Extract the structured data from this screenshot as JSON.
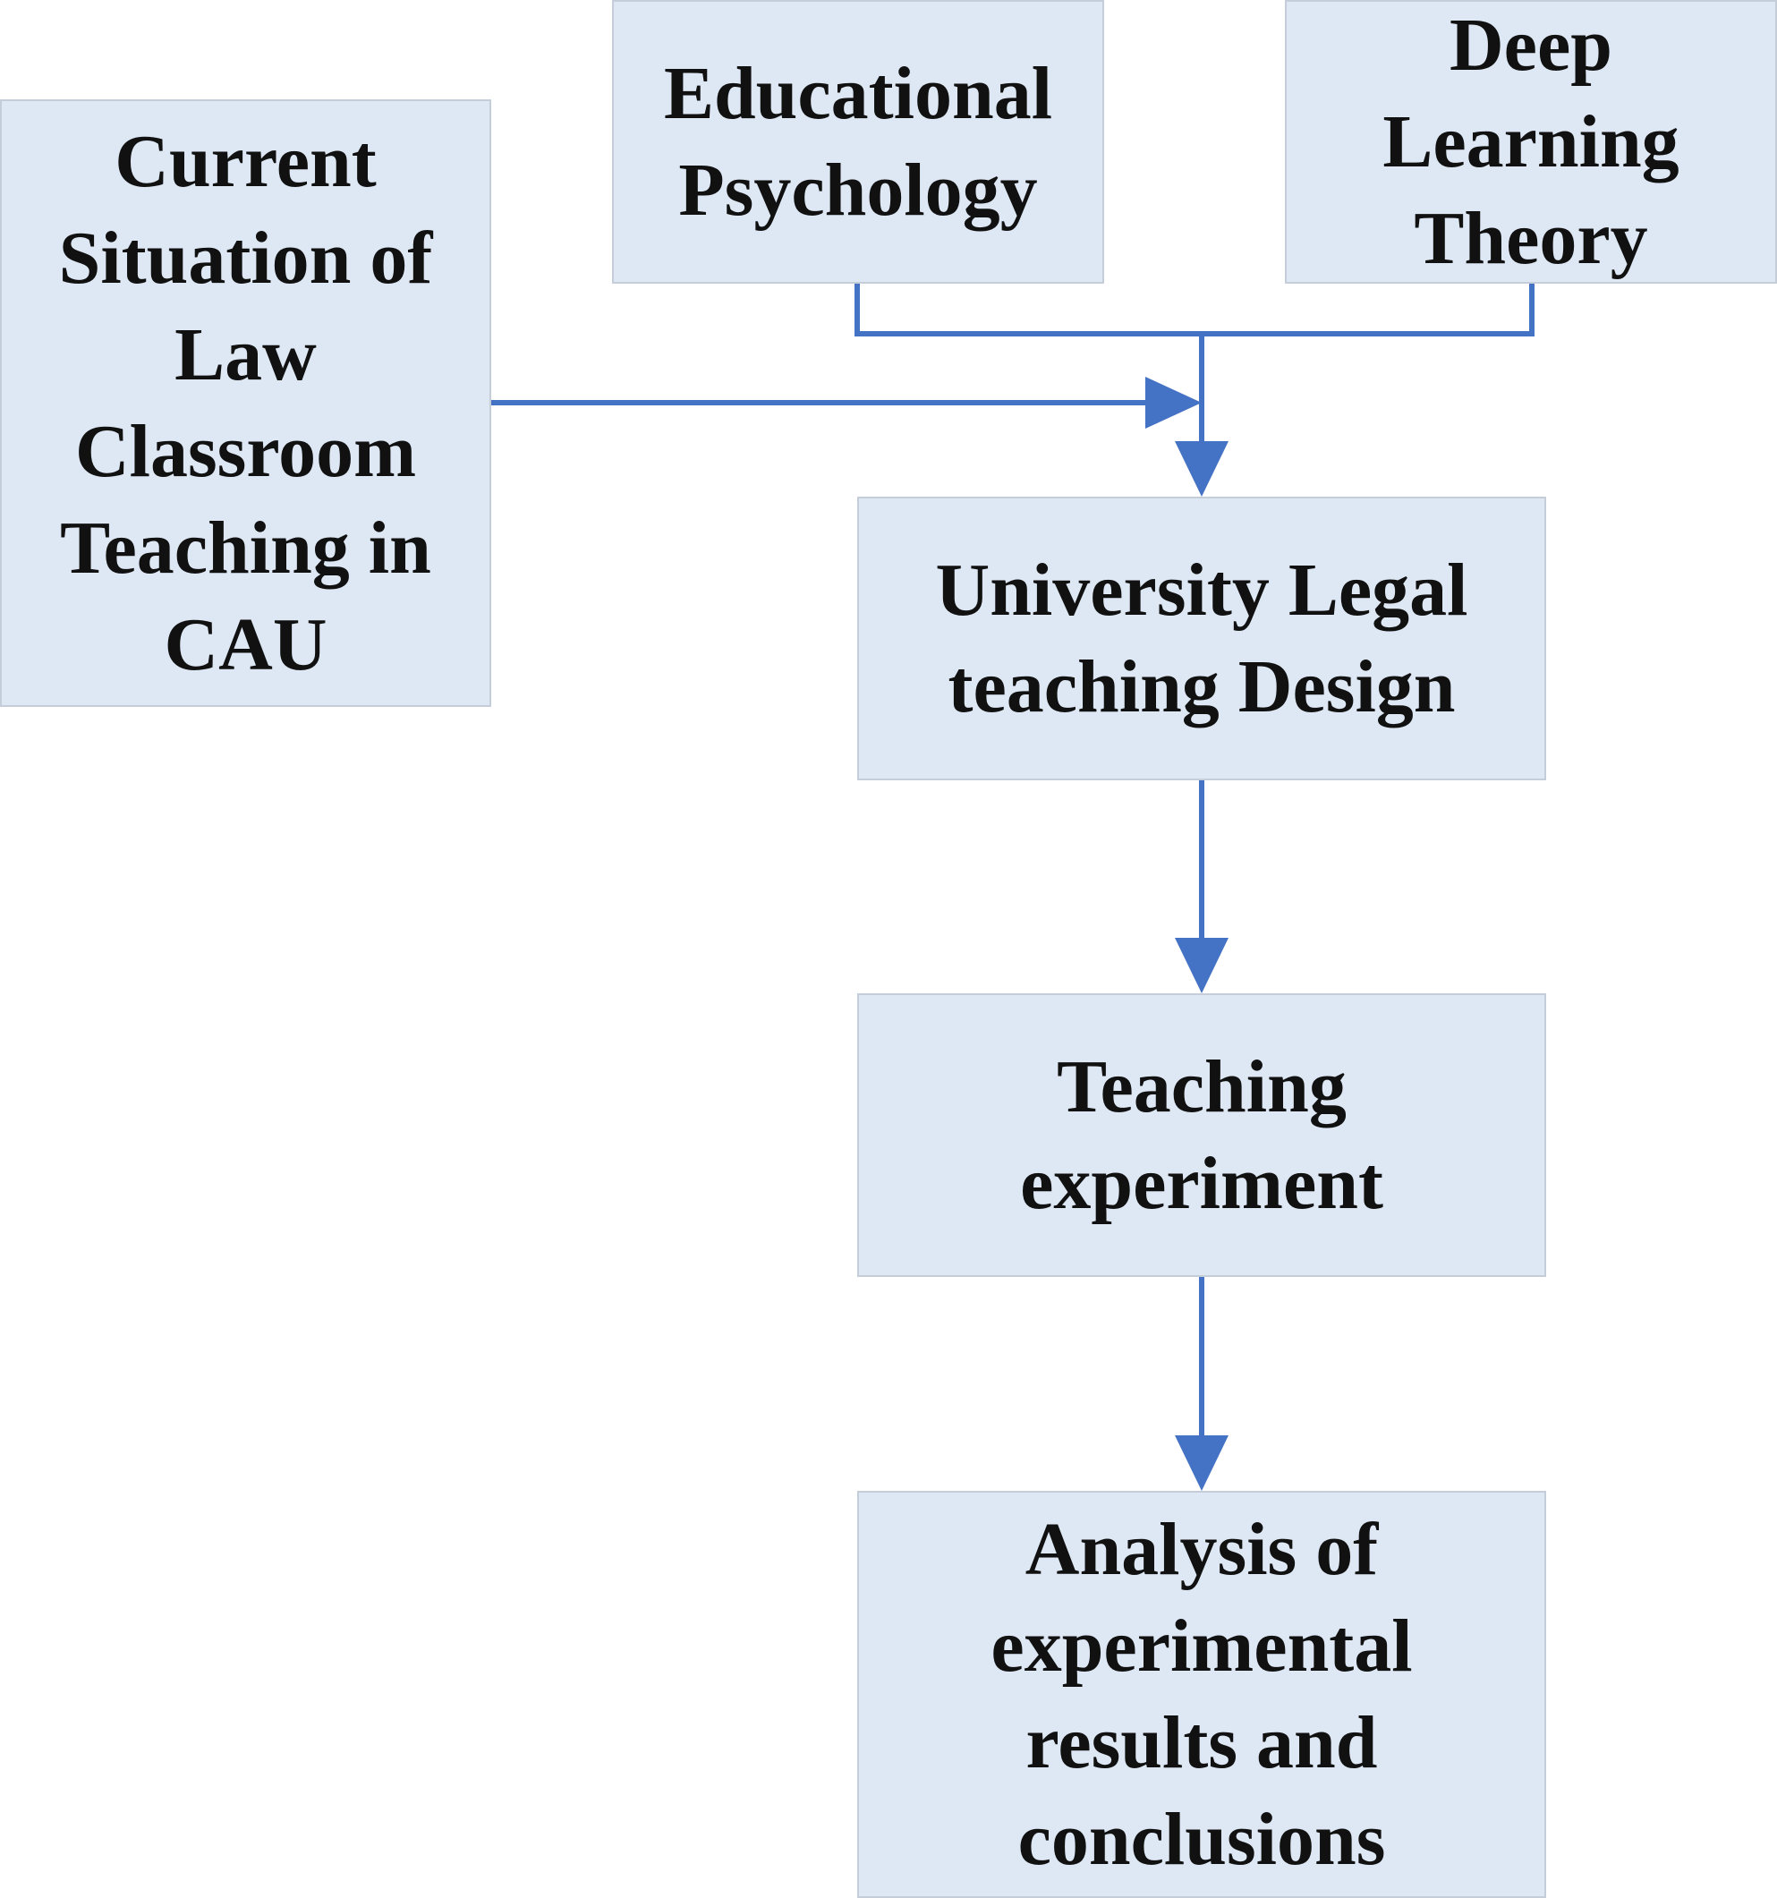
{
  "nodes": {
    "current_situation": {
      "lines": [
        "Current",
        "Situation of",
        "Law",
        "Classroom",
        "Teaching in",
        "CAU"
      ]
    },
    "educational_psychology": {
      "lines": [
        "Educational",
        "Psychology"
      ]
    },
    "deep_learning_theory": {
      "lines": [
        "Deep",
        "Learning",
        "Theory"
      ]
    },
    "teaching_design": {
      "lines": [
        "University Legal",
        "teaching Design"
      ]
    },
    "teaching_experiment": {
      "lines": [
        "Teaching",
        "experiment"
      ]
    },
    "analysis": {
      "lines": [
        "Analysis of",
        "experimental",
        "results and",
        "conclusions"
      ]
    }
  },
  "colors": {
    "box_fill": "#dee8f4",
    "box_border": "#c4cdd8",
    "connector": "#4472c4",
    "text": "#111111"
  }
}
